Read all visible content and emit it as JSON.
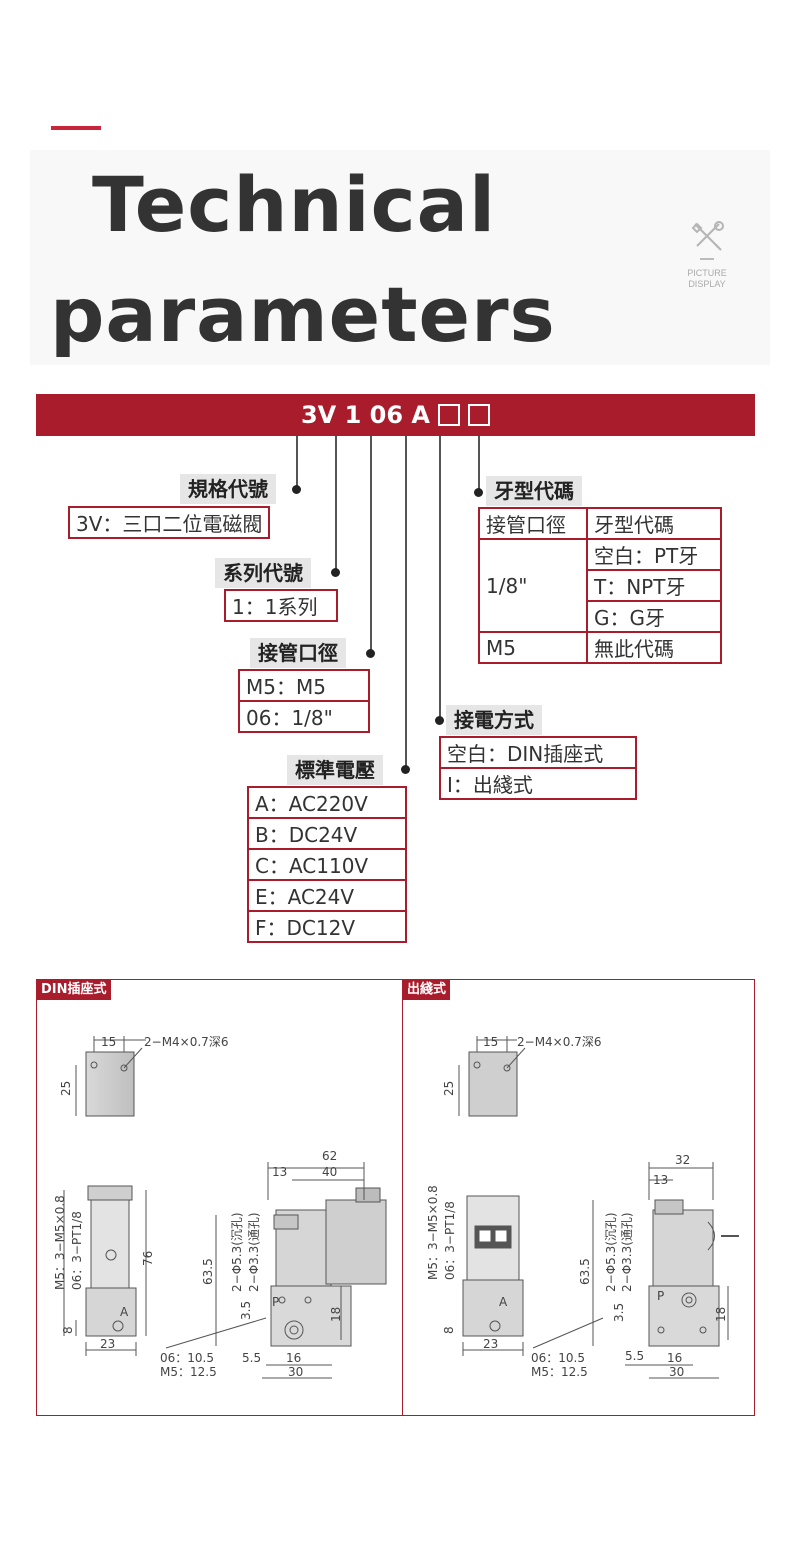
{
  "header": {
    "title_line1": "Technical",
    "title_line2": "parameters",
    "badge_line1": "PICTURE",
    "badge_line2": "DISPLAY"
  },
  "model": {
    "code": "3V 1 06 A"
  },
  "spec": {
    "label": "規格代號",
    "value": "3V：三口二位電磁閥"
  },
  "series": {
    "label": "系列代號",
    "value": "1：1系列"
  },
  "port": {
    "label": "接管口徑",
    "rows": [
      "M5：M5",
      "06：1/8\""
    ]
  },
  "voltage": {
    "label": "標準電壓",
    "rows": [
      "A：AC220V",
      "B：DC24V",
      "C：AC110V",
      "E：AC24V",
      "F：DC12V"
    ]
  },
  "thread": {
    "label": "牙型代碼",
    "head_col1": "接管口徑",
    "head_col2": "牙型代碼",
    "size_18": "1/8\"",
    "opt1": "空白：PT牙",
    "opt2": "T：NPT牙",
    "opt3": "G：G牙",
    "size_m5": "M5",
    "m5_value": "無此代碼"
  },
  "wiring": {
    "label": "接電方式",
    "rows": [
      "空白：DIN插座式",
      "I：出綫式"
    ]
  },
  "drawings": {
    "din_tag": "DIN插座式",
    "lead_tag": "出綫式",
    "din": {
      "d15": "15",
      "hole_note": "2−M4×0.7深6",
      "d25": "25",
      "port_note1": "M5：3−M5×0.8",
      "port_note2": "06：3−PT1/8",
      "d76": "76",
      "d8": "8",
      "d23": "23",
      "d62": "62",
      "d13": "13",
      "d40": "40",
      "d63_5": "63.5",
      "hole_a": "2−Φ5.3(沉孔)",
      "hole_b": "2−Φ3.3(通孔)",
      "d3_5": "3.5",
      "d18": "18",
      "p": "P",
      "a": "A",
      "d5_5": "5.5",
      "d16": "16",
      "d30": "30",
      "note06": "06：10.5",
      "noteM5": "M5：12.5"
    },
    "lead": {
      "d15": "15",
      "hole_note": "2−M4×0.7深6",
      "d25": "25",
      "port_note1": "M5：3−M5×0.8",
      "port_note2": "06：3−PT1/8",
      "d8": "8",
      "d23": "23",
      "d32": "32",
      "d13": "13",
      "d63_5": "63.5",
      "hole_a": "2−Φ5.3(沉孔)",
      "hole_b": "2−Φ3.3(通孔)",
      "d3_5": "3.5",
      "d18": "18",
      "p": "P",
      "a": "A",
      "d5_5": "5.5",
      "d16": "16",
      "d30": "30",
      "note06": "06：10.5",
      "noteM5": "M5：12.5"
    }
  }
}
